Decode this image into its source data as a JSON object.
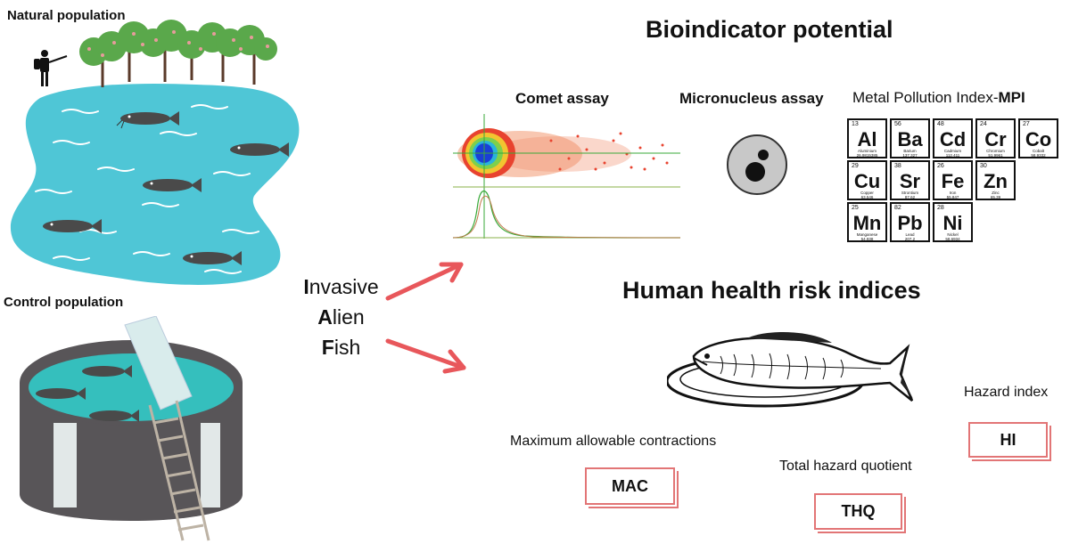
{
  "labels": {
    "natural_population": "Natural population",
    "control_population": "Control population",
    "bioindicator_title": "Bioindicator potential",
    "comet_assay": "Comet assay",
    "micronucleus_assay": "Micronucleus assay",
    "mpi_prefix": "Metal Pollution Index-",
    "mpi_bold": "MPI",
    "human_health_title": "Human health risk indices",
    "mac_label": "Maximum allowable contractions",
    "mac_box": "MAC",
    "thq_label": "Total hazard quotient",
    "thq_box": "THQ",
    "hi_label": "Hazard index",
    "hi_box": "HI"
  },
  "iaf": [
    {
      "initial": "I",
      "rest": "nvasive"
    },
    {
      "initial": "A",
      "rest": "lien"
    },
    {
      "initial": "F",
      "rest": "ish"
    }
  ],
  "elements": [
    {
      "num": "13",
      "sym": "Al",
      "name": "Aluminium",
      "mass": "26.9815385"
    },
    {
      "num": "56",
      "sym": "Ba",
      "name": "Barium",
      "mass": "137.327"
    },
    {
      "num": "48",
      "sym": "Cd",
      "name": "Cadmium",
      "mass": "112.411"
    },
    {
      "num": "24",
      "sym": "Cr",
      "name": "Chromium",
      "mass": "51.9961"
    },
    {
      "num": "27",
      "sym": "Co",
      "name": "Cobalt",
      "mass": "58.9332"
    },
    {
      "num": "29",
      "sym": "Cu",
      "name": "Copper",
      "mass": "63.546"
    },
    {
      "num": "38",
      "sym": "Sr",
      "name": "Strontium",
      "mass": "87.62"
    },
    {
      "num": "26",
      "sym": "Fe",
      "name": "Iron",
      "mass": "55.847"
    },
    {
      "num": "30",
      "sym": "Zn",
      "name": "Zinc",
      "mass": "65.39"
    },
    {
      "num": "25",
      "sym": "Mn",
      "name": "Manganese",
      "mass": "54.938"
    },
    {
      "num": "82",
      "sym": "Pb",
      "name": "Lead",
      "mass": "207.2"
    },
    {
      "num": "28",
      "sym": "Ni",
      "name": "Nickel",
      "mass": "58.6934"
    }
  ],
  "colors": {
    "water": "#4fc6d6",
    "tank_wall": "#585558",
    "tank_water": "#35bfbd",
    "arrow": "#e8575b",
    "box_border": "#e27576"
  }
}
